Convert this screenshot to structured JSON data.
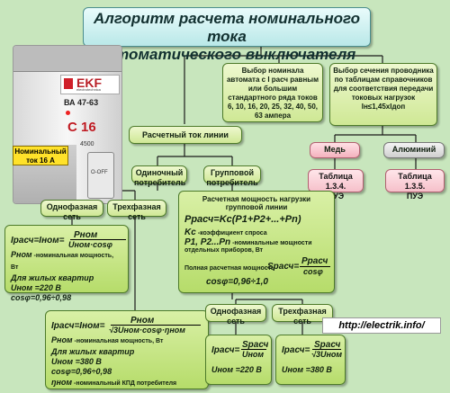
{
  "title": {
    "line1": "Алгоритм расчета номинального тока",
    "line2": "автоматического выключателя"
  },
  "breaker": {
    "brand": "EKF",
    "brand_sub": "electrotechnica",
    "model": "ВА 47-63",
    "rating": "С 16",
    "icu": "4500",
    "status": "O-OFF"
  },
  "callout": {
    "line1": "Номинальный",
    "line2": "ток 16 А"
  },
  "nominal_choice": "Выбор номинала автомата с I расч равным или большим стандартного ряда токов 6, 10, 16, 20, 25, 32, 40, 50, 63 ампера",
  "cross_section": {
    "text": "Выбор сечения проводника по таблицам справочников для соответствия передачи токовых нагрузок",
    "formula": "Iн≤1,45хIдоп"
  },
  "copper": "Медь",
  "aluminium": "Алюминий",
  "table_cu": {
    "line1": "Таблица 1.3.4.",
    "line2": "ПУЭ"
  },
  "table_al": {
    "line1": "Таблица 1.3.5.",
    "line2": "ПУЭ"
  },
  "calc_current": "Расчетный ток линии",
  "single_consumer": {
    "line1": "Одиночный",
    "line2": "потребитель"
  },
  "group_consumer": {
    "line1": "Групповой",
    "line2": "потребитель"
  },
  "single_phase": {
    "line1": "Однофазная",
    "line2": "сеть"
  },
  "three_phase": {
    "line1": "Трехфазная",
    "line2": "сеть"
  },
  "f1": {
    "lhs": "Iрасч=Iном=",
    "num": "Pном",
    "den": "Uном·cosφ",
    "p_note_bold": "Pном",
    "p_note": " -номинальная мощность, Вт",
    "dwell": "Для жилых квартир",
    "u": "Uном =220  В",
    "cos": "cosφ=0,96÷0,98"
  },
  "f2": {
    "lhs": "Iрасч=Iном=",
    "num": "Pном",
    "den": "√3Uном·cosφ·ŋном",
    "p_note_bold": "Pном",
    "p_note": " -номинальная мощность, Вт",
    "dwell": "Для жилых квартир",
    "u": "Uном =380  В",
    "cos": "cosφ=0,96÷0,98",
    "eta_bold": "ŋном",
    "eta": " -номинальный КПД потребителя"
  },
  "group_power": {
    "heading": "Расчетная мощность нагрузки групповой линии",
    "formula": "Pрасч=Kс(P1+P2+...+Pn)",
    "kc_bold": "Kс",
    "kc": " -коэффициент спроса",
    "pn_bold": "P1, P2...Pn",
    "pn": " -номинальные мощности отдельных приборов, Вт",
    "full_label": "Полная расчетная мощность",
    "s_lhs": "Sрасч=",
    "s_num": "Pрасч",
    "s_den": "cosφ",
    "cos": "cosφ=0,96÷1,0"
  },
  "group_single_phase": {
    "line1": "Однофазная",
    "line2": "сеть"
  },
  "group_three_phase": {
    "line1": "Трехфазная",
    "line2": "сеть"
  },
  "g1": {
    "lhs": "Iрасч=",
    "num": "Sрасч",
    "den": "Uном",
    "u": "Uном =220  В"
  },
  "g2": {
    "lhs": "Iрасч=",
    "num": "Sрасч",
    "den": "√3Uном",
    "u": "Uном =380  В"
  },
  "url": "http://electrik.info/"
}
